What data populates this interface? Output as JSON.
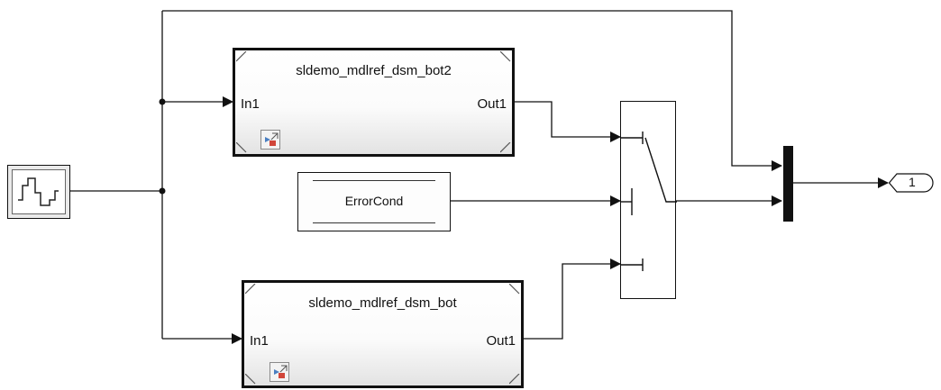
{
  "model_ref_top": {
    "title": "sldemo_mdlref_dsm_bot2",
    "in_port": "In1",
    "out_port": "Out1",
    "icon": "model-reference-icon"
  },
  "model_ref_bottom": {
    "title": "sldemo_mdlref_dsm_bot",
    "in_port": "In1",
    "out_port": "Out1",
    "icon": "model-reference-icon"
  },
  "data_store": {
    "label": "ErrorCond"
  },
  "outport": {
    "label": "1"
  },
  "source_block": {
    "icon": "signal-generator-icon"
  },
  "switch_block": {
    "icon": "multiport-switch-icon"
  },
  "mux_block": {
    "icon": "mux-icon"
  },
  "colors": {
    "line": "#111111",
    "block_border": "#111111",
    "icon_accent": "#d1463a",
    "icon_blue": "#4a7fc1"
  }
}
